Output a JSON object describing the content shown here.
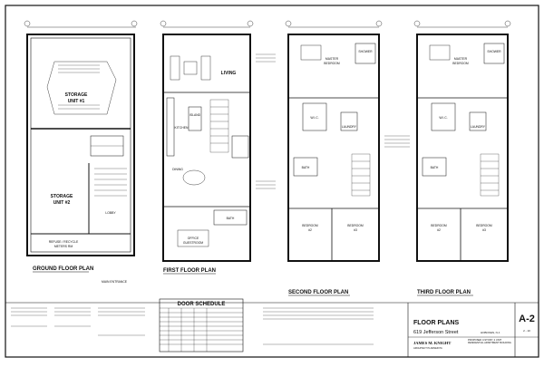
{
  "plans": {
    "ground": {
      "title": "GROUND FLOOR PLAN",
      "rooms": {
        "storage1": "STORAGE",
        "storage1b": "UNIT #1",
        "storage2": "STORAGE",
        "storage2b": "UNIT #2",
        "lobby": "LOBBY",
        "refuse": "REFUSE / RECYCLE",
        "meters": "METERS RM"
      },
      "main_entrance": "MAIN ENTRANCE"
    },
    "first": {
      "title": "FIRST FLOOR PLAN",
      "rooms": {
        "living": "LIVING",
        "kitchen": "KITCHEN",
        "island": "ISLAND",
        "dining": "DINING",
        "office": "OFFICE",
        "guestroom": "GUESTROOM",
        "bath": "BATH"
      }
    },
    "second": {
      "title": "SECOND FLOOR PLAN",
      "rooms": {
        "master": "MASTER",
        "master_b": "BEDROOM",
        "wic": "W.I.C.",
        "shower": "SHOWER",
        "laundry": "LAUNDRY",
        "bath": "BATH",
        "bed2": "BEDROOM",
        "bed2n": "#2",
        "bed3": "BEDROOM",
        "bed3n": "#3"
      }
    },
    "third": {
      "title": "THIRD FLOOR PLAN",
      "rooms": {
        "master": "MASTER",
        "master_b": "BEDROOM",
        "wic": "W.I.C.",
        "shower": "SHOWER",
        "laundry": "LAUNDRY",
        "bath": "BATH",
        "bed2": "BEDROOM",
        "bed2n": "#2",
        "bed3": "BEDROOM",
        "bed3n": "#3"
      }
    }
  },
  "door_schedule": {
    "title": "DOOR SCHEDULE"
  },
  "title_block": {
    "sheet_title": "FLOOR PLANS",
    "address": "619 Jefferson Street",
    "city": "HOBOKEN, N.J.",
    "firm_name": "JAMES M. KNIGHT",
    "firm_sub": "ARCHITECT PLANNER PA",
    "project": "PROPOSED 3-STORY, 2 UNIT RESIDENTIAL APARTMENT BUILDING",
    "sheet_number": "A-2",
    "page": "2 - 10"
  },
  "colors": {
    "line": "#111111",
    "paper": "#ffffff",
    "hatch": "#555555"
  }
}
